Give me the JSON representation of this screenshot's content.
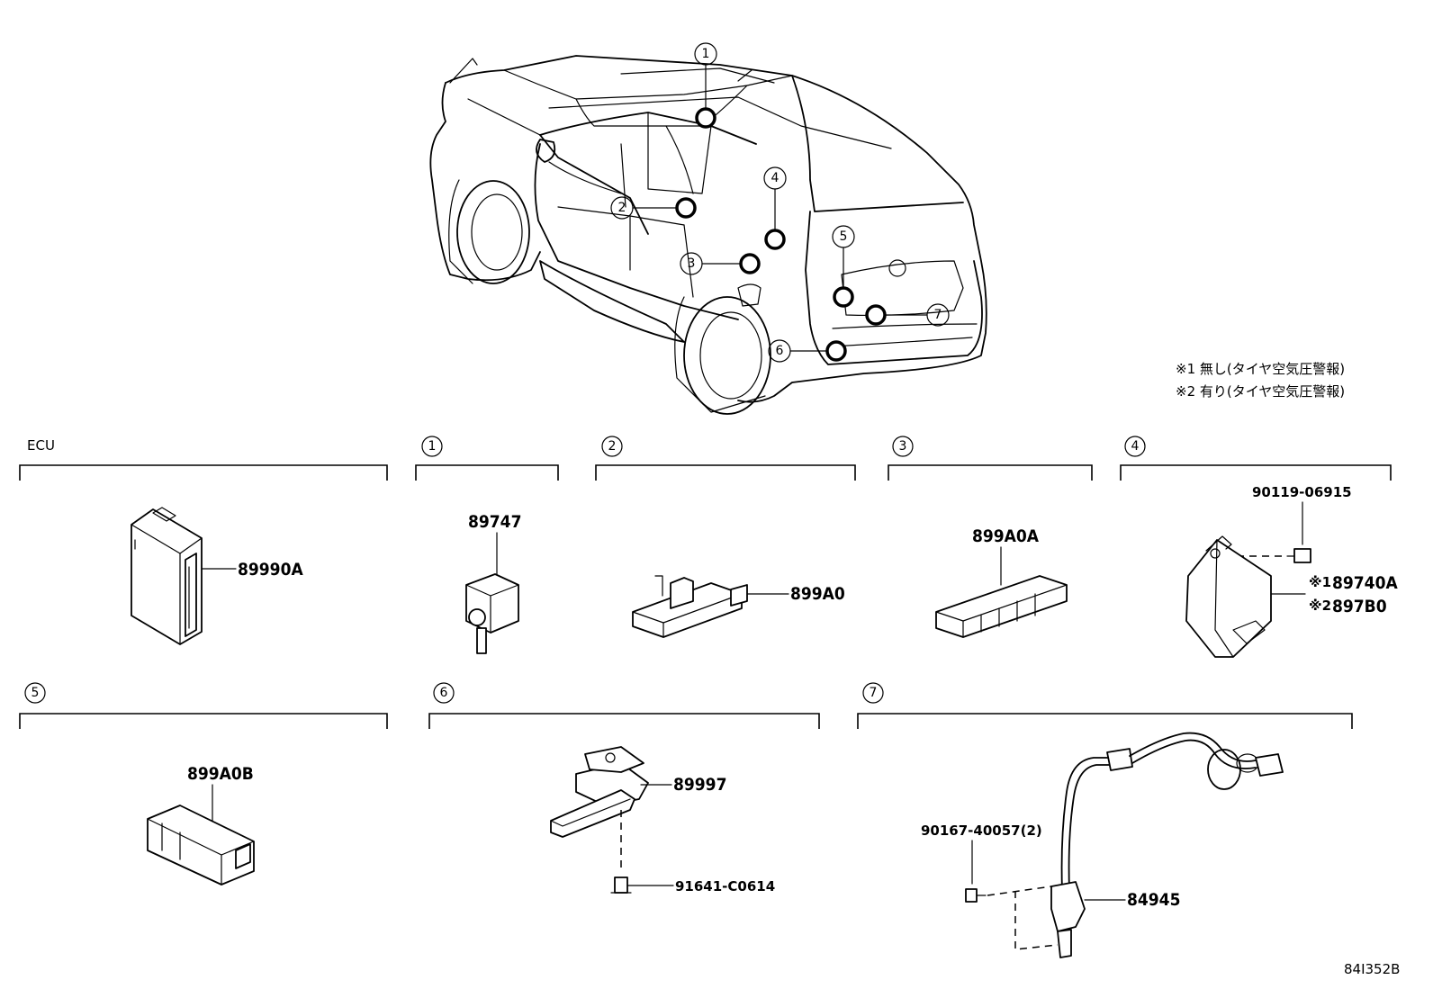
{
  "notes": {
    "note1": "※1 無し(タイヤ空気圧警報)",
    "note2": "※2 有り(タイヤ空気圧警報)"
  },
  "sections": {
    "ecu": {
      "label": "ECU",
      "part": "89990A"
    },
    "s1": {
      "num": "1",
      "part": "89747"
    },
    "s2": {
      "num": "2",
      "part": "899A0"
    },
    "s3": {
      "num": "3",
      "part": "899A0A"
    },
    "s4": {
      "num": "4",
      "bolt": "90119-06915",
      "part_a_mark": "※1",
      "part_a": "89740A",
      "part_b_mark": "※2",
      "part_b": "897B0"
    },
    "s5": {
      "num": "5",
      "part": "899A0B"
    },
    "s6": {
      "num": "6",
      "part": "89997",
      "bolt": "91641-C0614"
    },
    "s7": {
      "num": "7",
      "part": "84945",
      "bolt": "90167-40057(2)"
    }
  },
  "callouts": [
    "1",
    "2",
    "3",
    "4",
    "5",
    "6",
    "7"
  ],
  "diagram_id": "84I352B"
}
